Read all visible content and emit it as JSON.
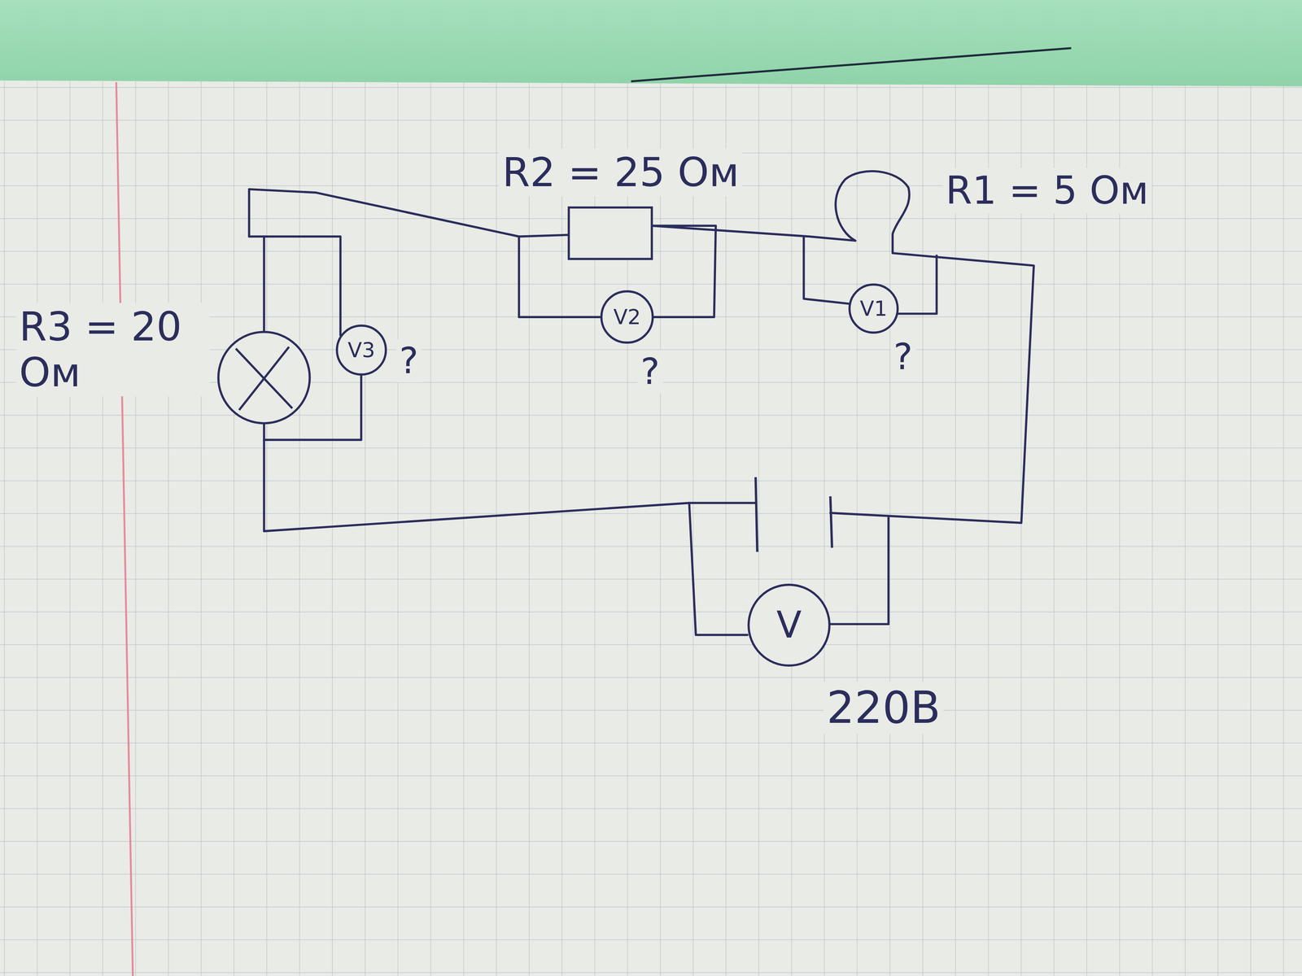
{
  "diagram": {
    "nodes": [
      {
        "text": [
          "V3"
        ]
      },
      {
        "text": [
          "V2"
        ]
      },
      {
        "text": [
          "V1"
        ]
      },
      {
        "text": [
          "V"
        ]
      }
    ],
    "labels": [
      "R2 = 25 Ом",
      "R1 = 5 Ом",
      "R3 = 20 Ом",
      "?",
      "?",
      "?",
      "220В"
    ]
  }
}
